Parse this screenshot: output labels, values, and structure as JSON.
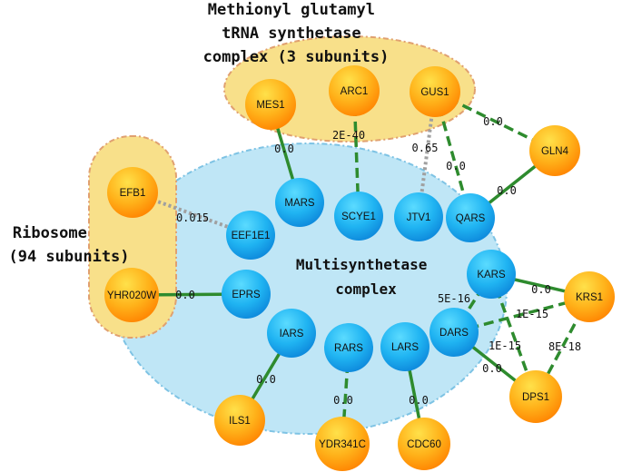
{
  "clusters": {
    "mtrna": {
      "title_lines": [
        "Methionyl glutamyl",
        "tRNA synthetase",
        "complex (3 subunits)"
      ]
    },
    "ribosome": {
      "title_lines": [
        "Ribosome",
        "(94 subunits)"
      ]
    },
    "multisynthetase": {
      "title_lines": [
        "Multisynthetase",
        "complex"
      ]
    }
  },
  "colors": {
    "orange_node_top": "#FFD43A",
    "orange_node_bottom": "#FF8A00",
    "blue_node_top": "#3FD0FF",
    "blue_node_bottom": "#0E8FE0",
    "yellow_region": "#F8E08A",
    "blue_region": "#BFE6F6",
    "green_edge": "#2E8B2E",
    "gray_edge": "#A0A0A0"
  },
  "nodes": [
    {
      "id": "MES1",
      "label": "MES1",
      "kind": "orange"
    },
    {
      "id": "ARC1",
      "label": "ARC1",
      "kind": "orange"
    },
    {
      "id": "GUS1",
      "label": "GUS1",
      "kind": "orange"
    },
    {
      "id": "GLN4",
      "label": "GLN4",
      "kind": "orange"
    },
    {
      "id": "EFB1",
      "label": "EFB1",
      "kind": "orange"
    },
    {
      "id": "YHR020W",
      "label": "YHR020W",
      "kind": "orange"
    },
    {
      "id": "KRS1",
      "label": "KRS1",
      "kind": "orange"
    },
    {
      "id": "DPS1",
      "label": "DPS1",
      "kind": "orange"
    },
    {
      "id": "ILS1",
      "label": "ILS1",
      "kind": "orange"
    },
    {
      "id": "YDR341C",
      "label": "YDR341C",
      "kind": "orange"
    },
    {
      "id": "CDC60",
      "label": "CDC60",
      "kind": "orange"
    },
    {
      "id": "MARS",
      "label": "MARS",
      "kind": "blue"
    },
    {
      "id": "SCYE1",
      "label": "SCYE1",
      "kind": "blue"
    },
    {
      "id": "JTV1",
      "label": "JTV1",
      "kind": "blue"
    },
    {
      "id": "QARS",
      "label": "QARS",
      "kind": "blue"
    },
    {
      "id": "EEF1E1",
      "label": "EEF1E1",
      "kind": "blue"
    },
    {
      "id": "EPRS",
      "label": "EPRS",
      "kind": "blue"
    },
    {
      "id": "KARS",
      "label": "KARS",
      "kind": "blue"
    },
    {
      "id": "DARS",
      "label": "DARS",
      "kind": "blue"
    },
    {
      "id": "IARS",
      "label": "IARS",
      "kind": "blue"
    },
    {
      "id": "RARS",
      "label": "RARS",
      "kind": "blue"
    },
    {
      "id": "LARS",
      "label": "LARS",
      "kind": "blue"
    }
  ],
  "edges": [
    {
      "from": "MES1",
      "to": "MARS",
      "label": "0.0",
      "style": "solid"
    },
    {
      "from": "ARC1",
      "to": "SCYE1",
      "label": "2E-40",
      "style": "dashed"
    },
    {
      "from": "GUS1",
      "to": "JTV1",
      "label": "0.65",
      "style": "dotted"
    },
    {
      "from": "GUS1",
      "to": "QARS",
      "label": "0.0",
      "style": "dashed"
    },
    {
      "from": "GUS1",
      "to": "GLN4",
      "label": "0.0",
      "style": "dashed"
    },
    {
      "from": "GLN4",
      "to": "QARS",
      "label": "0.0",
      "style": "solid"
    },
    {
      "from": "EFB1",
      "to": "EEF1E1",
      "label": "0.015",
      "style": "dotted"
    },
    {
      "from": "YHR020W",
      "to": "EPRS",
      "label": "0.0",
      "style": "solid"
    },
    {
      "from": "KARS",
      "to": "KRS1",
      "label": "0.0",
      "style": "solid"
    },
    {
      "from": "KARS",
      "to": "DARS",
      "label": "5E-16",
      "style": "dashed"
    },
    {
      "from": "DARS",
      "to": "KRS1",
      "label": "1E-15",
      "style": "dashed"
    },
    {
      "from": "KARS",
      "to": "DPS1",
      "label": "1E-15",
      "style": "dashed"
    },
    {
      "from": "KRS1",
      "to": "DPS1",
      "label": "8E-18",
      "style": "dashed"
    },
    {
      "from": "DARS",
      "to": "DPS1",
      "label": "0.0",
      "style": "solid"
    },
    {
      "from": "IARS",
      "to": "ILS1",
      "label": "0.0",
      "style": "solid"
    },
    {
      "from": "RARS",
      "to": "YDR341C",
      "label": "0.0",
      "style": "dashed"
    },
    {
      "from": "LARS",
      "to": "CDC60",
      "label": "0.0",
      "style": "solid"
    }
  ]
}
